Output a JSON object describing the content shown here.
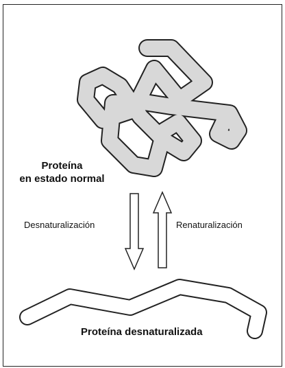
{
  "figure": {
    "native_label_line1": "Proteína",
    "native_label_line2": "en estado normal",
    "denaturation_label": "Desnaturalización",
    "renaturation_label": "Renaturalización",
    "denatured_label": "Proteína desnaturalizada"
  },
  "colors": {
    "outline": "#222222",
    "fill": "#d8d8d8",
    "background": "#ffffff"
  }
}
